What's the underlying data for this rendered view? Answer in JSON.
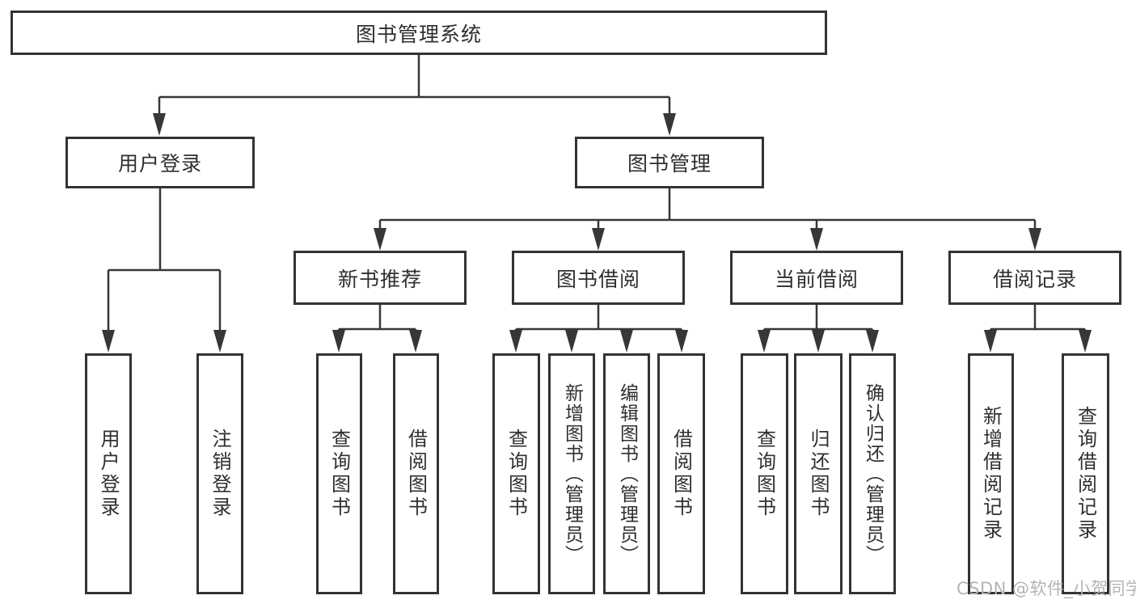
{
  "colors": {
    "line": "#373737",
    "box_border": "#333333",
    "text": "#2f2f2f",
    "watermark": "#b4b4b4",
    "background": "#ffffff"
  },
  "watermark": {
    "text": "CSDN @软件_小贺同学"
  },
  "diagram": {
    "root": {
      "label": "图书管理系统"
    },
    "branches": [
      {
        "label": "用户登录",
        "children": [
          {
            "label": "用户登录"
          },
          {
            "label": "注销登录"
          }
        ]
      },
      {
        "label": "图书管理",
        "children": [
          {
            "label": "新书推荐",
            "children": [
              {
                "label": "查询图书"
              },
              {
                "label": "借阅图书"
              }
            ]
          },
          {
            "label": "图书借阅",
            "children": [
              {
                "label": "查询图书"
              },
              {
                "label": "新增图书（管理员）"
              },
              {
                "label": "编辑图书（管理员）"
              },
              {
                "label": "借阅图书"
              }
            ]
          },
          {
            "label": "当前借阅",
            "children": [
              {
                "label": "查询图书"
              },
              {
                "label": "归还图书"
              },
              {
                "label": "确认归还（管理员）"
              }
            ]
          },
          {
            "label": "借阅记录",
            "children": [
              {
                "label": "新增借阅记录"
              },
              {
                "label": "查询借阅记录"
              }
            ]
          }
        ]
      }
    ]
  }
}
